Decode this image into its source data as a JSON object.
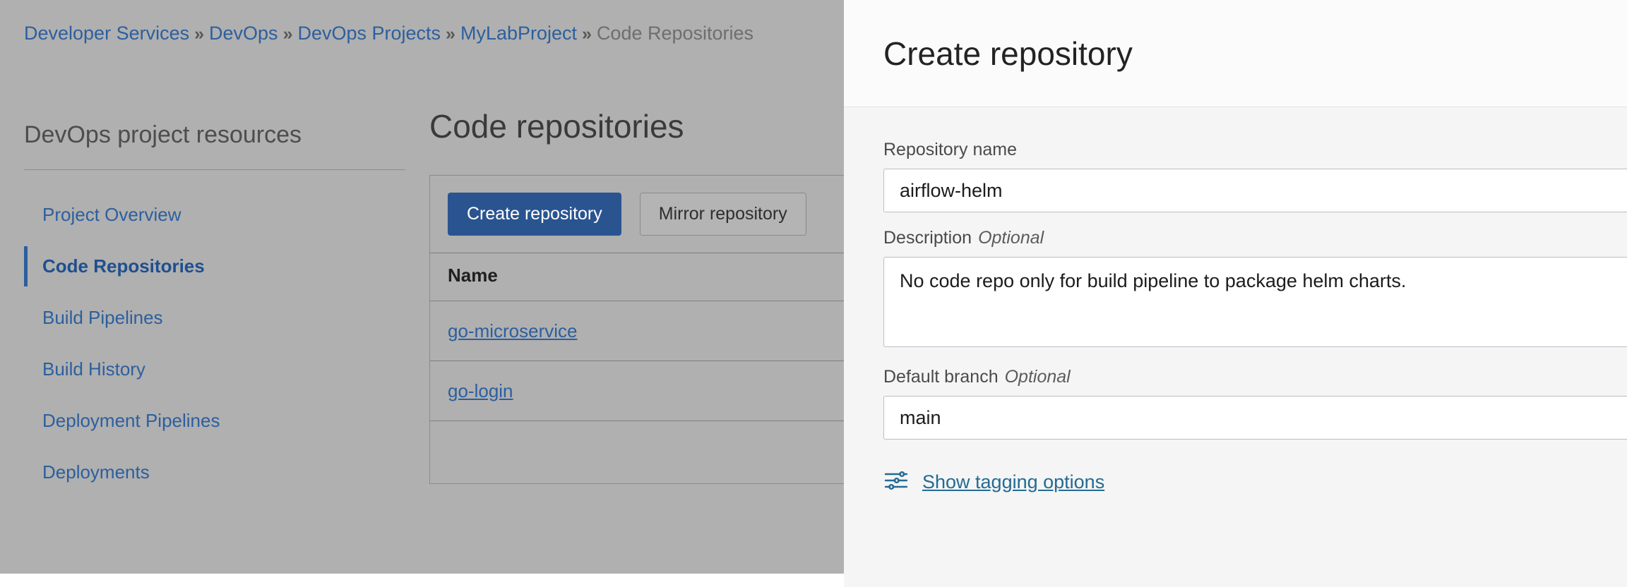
{
  "breadcrumb": {
    "separator": "»",
    "items": [
      {
        "label": "Developer Services",
        "current": false
      },
      {
        "label": "DevOps",
        "current": false
      },
      {
        "label": "DevOps Projects",
        "current": false
      },
      {
        "label": "MyLabProject",
        "current": false
      },
      {
        "label": "Code Repositories",
        "current": true
      }
    ]
  },
  "sidebar": {
    "title": "DevOps project resources",
    "items": [
      {
        "label": "Project Overview",
        "active": false
      },
      {
        "label": "Code Repositories",
        "active": true
      },
      {
        "label": "Build Pipelines",
        "active": false
      },
      {
        "label": "Build History",
        "active": false
      },
      {
        "label": "Deployment Pipelines",
        "active": false
      },
      {
        "label": "Deployments",
        "active": false
      }
    ]
  },
  "main": {
    "page_title": "Code repositories",
    "toolbar": {
      "create_label": "Create repository",
      "mirror_label": "Mirror repository"
    },
    "table": {
      "columns": [
        "Name"
      ],
      "rows": [
        {
          "name": "go-microservice"
        },
        {
          "name": "go-login"
        }
      ]
    }
  },
  "panel": {
    "title": "Create repository",
    "optional_text": "Optional",
    "fields": {
      "repository_name": {
        "label": "Repository name",
        "value": "airflow-helm",
        "placeholder": ""
      },
      "description": {
        "label": "Description",
        "optional": true,
        "value": "No code repo only for build pipeline to package helm charts.",
        "placeholder": ""
      },
      "default_branch": {
        "label": "Default branch",
        "optional": true,
        "value": "main",
        "placeholder": ""
      }
    },
    "tagging": {
      "icon": "sliders-icon",
      "label": "Show tagging options"
    }
  },
  "colors": {
    "primary_blue": "#2a5490",
    "link_blue": "#2c5f9e",
    "teal_link": "#236b93",
    "backdrop_gray": "#b0b0b0",
    "panel_bg": "#f5f5f5",
    "panel_header_bg": "#fbfbfb"
  }
}
